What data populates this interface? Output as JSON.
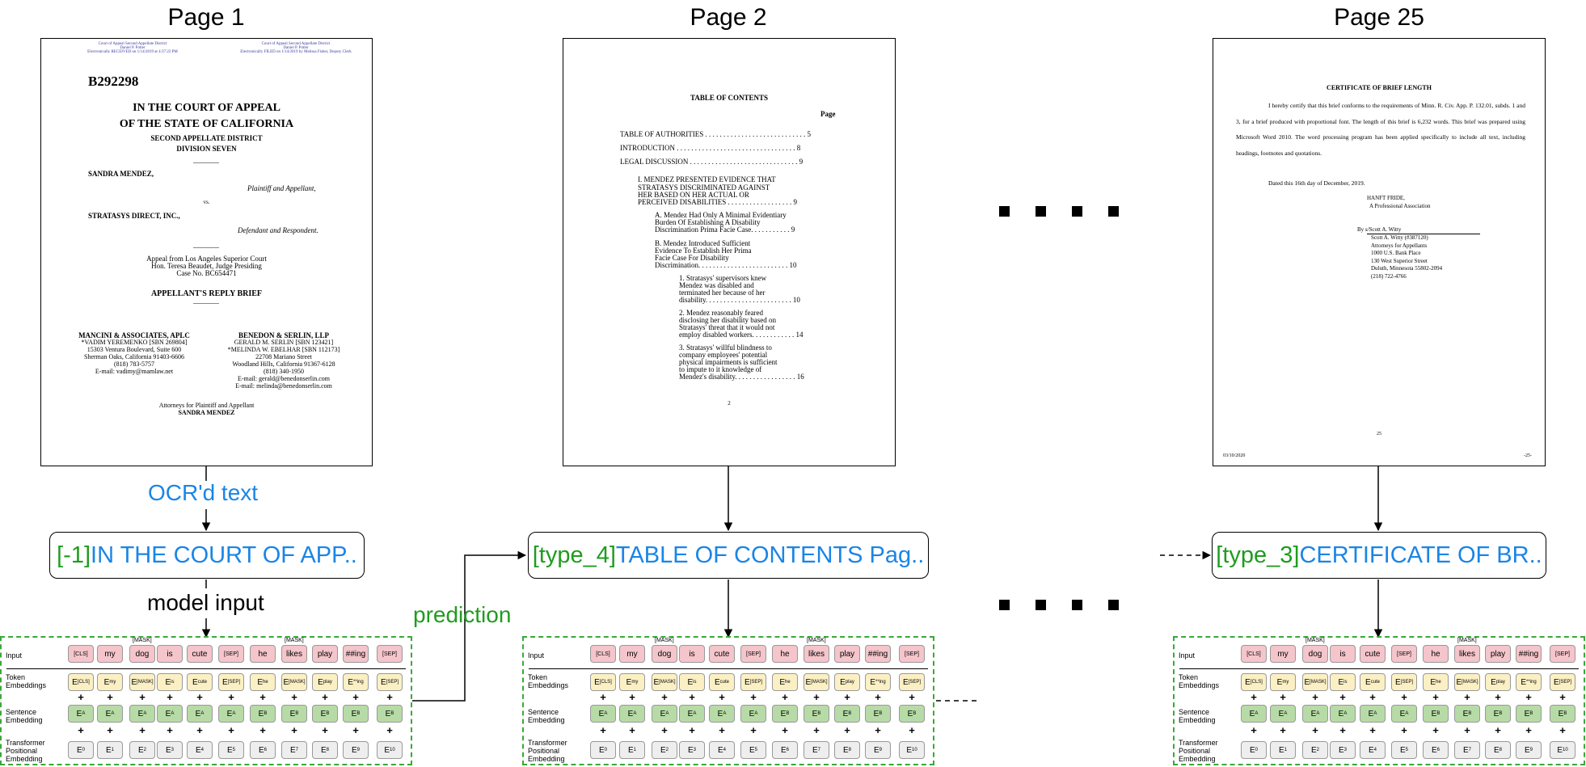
{
  "pages": [
    {
      "title": "Page 1"
    },
    {
      "title": "Page 2"
    },
    {
      "title": "Page 25"
    }
  ],
  "page1": {
    "header_left": "Court of Appeal Second Appellate District\nDaniel P. Potter\nElectronically RECEIVED on 1/14/2019 at 4:37:22 PM",
    "header_right": "Court of Appeal Second Appellate District\nDaniel P. Potter\nElectronically FILED on 1/14/2019 by Melissa Fisher, Deputy Clerk",
    "case_no": "B292298",
    "court1": "IN THE COURT OF APPEAL",
    "court2": "OF THE STATE OF CALIFORNIA",
    "district": "SECOND APPELLATE DISTRICT",
    "division": "DIVISION SEVEN",
    "plaintiff": "SANDRA MENDEZ,",
    "plaintiff_role": "Plaintiff and Appellant,",
    "vs": "vs.",
    "defendant": "STRATASYS DIRECT, INC.,",
    "defendant_role": "Defendant and Respondent.",
    "appeal": "Appeal from Los Angeles Superior Court\nHon. Teresa Beaudet, Judge Presiding\nCase No. BC654471",
    "brief": "APPELLANT'S REPLY BRIEF",
    "firm_left": "MANCINI & ASSOCIATES, APLC",
    "firm_left_body": "*VADIM YEREMENKO [SBN 269804]\n15303 Ventura Boulevard, Suite 600\nSherman Oaks, California 91403-6606\n(818) 783-5757\nE-mail: vadimy@mamlaw.net",
    "firm_right": "BENEDON & SERLIN, LLP",
    "firm_right_body": "GERALD M. SERLIN [SBN 123421]\n*MELINDA W. EBELHAR [SBN 112173]\n22708 Mariano Street\nWoodland Hills, California 91367-6128\n(818) 340-1950\nE-mail: gerald@benedonserlin.com\nE-mail: melinda@benedonserlin.com",
    "attorneys": "Attorneys for Plaintiff and Appellant",
    "attorneys_name": "SANDRA MENDEZ"
  },
  "page2": {
    "toc_title": "TABLE OF CONTENTS",
    "page_label": "Page",
    "lines": [
      "TABLE OF AUTHORITIES . . . . . . . . . . . . . . . . . . . . . . . . . . . . 5",
      "INTRODUCTION . . . . . . . . . . . . . . . . . . . . . . . . . . . . . . . . . 8",
      "LEGAL DISCUSSION . . . . . . . . . . . . . . . . . . . . . . . . . . . . . . 9",
      "I.      MENDEZ PRESENTED EVIDENCE THAT",
      "         STRATASYS DISCRIMINATED AGAINST",
      "         HER BASED ON HER ACTUAL OR",
      "         PERCEIVED DISABILITIES . . . . . . . . . . . . . . . . . . 9",
      "A.     Mendez Had Only A Minimal Evidentiary",
      "         Burden Of Establishing A Disability",
      "         Discrimination Prima Facie Case. . . . . . . . . . . 9",
      "B.     Mendez Introduced Sufficient",
      "         Evidence To Establish Her Prima",
      "         Facie Case For Disability",
      "         Discrimination. . . . . . . . . . . . . . . . . . . . . . . . . 10",
      "1.     Stratasys' supervisors knew",
      "         Mendez was disabled and",
      "         terminated her because of her",
      "         disability. . . . . . . . . . . . . . . . . . . . . . . . 10",
      "2.     Mendez reasonably feared",
      "         disclosing her disability based on",
      "         Stratasys' threat that it would not",
      "         employ disabled workers. . . . . . . . . . . . 14",
      "3.     Stratasys' willful blindness to",
      "         company employees' potential",
      "         physical impairments is sufficient",
      "         to impute to it knowledge of",
      "         Mendez's disability. . . . . . . . . . . . . . . . . 16"
    ],
    "page_number": "2"
  },
  "page25": {
    "title": "CERTIFICATE OF BRIEF LENGTH",
    "body": "I hereby certify that this brief conforms to the requirements of Minn. R. Civ. App. P. 132.01, subds. 1 and 3, for a brief produced with proportional font. The length of this brief is 6,232 words. This brief was prepared using Microsoft Word 2010. The word processing program has been applied specifically to include all text, including headings, footnotes and quotations.",
    "dated": "Dated this 16th day of December, 2019.",
    "firm1": "HANFT FRIDE,",
    "firm2": "A Professional Association",
    "by": "By   s/Scott A. Witty",
    "sig_block": "Scott A. Witty (#387120)\nAttorneys for Appellants\n1000 U.S. Bank Place\n130 West Superior Street\nDuluth, Minnesota 55802-2094\n(218) 722-4766",
    "page_number": "25",
    "footer_left": "03/10/2020",
    "footer_right": "-25-"
  },
  "annotations": {
    "ocr": "OCR'd text",
    "model_input": "model input",
    "prediction": "prediction"
  },
  "sequences": [
    {
      "label": "[-1]",
      "text": " IN THE COURT OF APP.."
    },
    {
      "label": "[type_4]",
      "text": " TABLE OF CONTENTS Pag.."
    },
    {
      "label": "[type_3]",
      "text": " CERTIFICATE OF BR.."
    }
  ],
  "bert": {
    "row_labels": [
      "Input",
      "Token\nEmbeddings",
      "Sentence\nEmbedding",
      "Transformer\nPositional\nEmbedding"
    ],
    "mask_label": "[MASK]",
    "inputs": [
      "[CLS]",
      "my",
      "dog",
      "is",
      "cute",
      "[SEP]",
      "he",
      "likes",
      "play",
      "##ing",
      "[SEP]"
    ],
    "token_subs": [
      "[CLS]",
      "my",
      "[MASK]",
      "is",
      "cute",
      "[SEP]",
      "he",
      "[MASK]",
      "play",
      "**ing",
      "[SEP]"
    ],
    "sentence_subs": [
      "A",
      "A",
      "A",
      "A",
      "A",
      "A",
      "B",
      "B",
      "B",
      "B",
      "B"
    ],
    "position_subs": [
      "0",
      "1",
      "2",
      "3",
      "4",
      "5",
      "6",
      "7",
      "8",
      "9",
      "10"
    ],
    "mask_positions": [
      2,
      7
    ],
    "plus": "+",
    "emb_letter": "E"
  },
  "colors": {
    "label_green": "#1f9c1f",
    "text_blue": "#1a85e6",
    "dashed_border": "#3aa83a",
    "input_pink": "#f4c5cb",
    "token_yellow": "#fbf0c4",
    "sentence_green": "#b7dba6",
    "position_gray": "#eeeeee"
  }
}
